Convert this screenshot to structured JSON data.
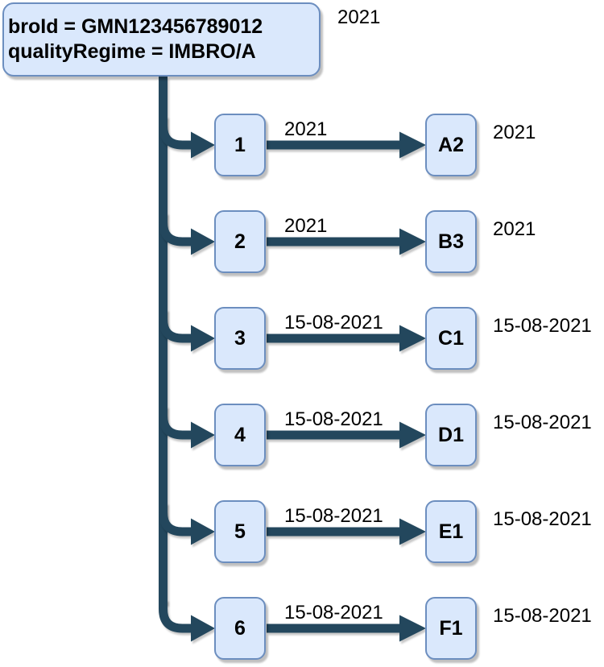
{
  "diagram": {
    "root": {
      "line1": "broId = GMN123456789012",
      "line2": "qualityRegime = IMBRO/A",
      "side_label": "2021"
    },
    "rows": [
      {
        "number": "1",
        "edge_label": "2021",
        "code": "A2",
        "side_label": "2021"
      },
      {
        "number": "2",
        "edge_label": "2021",
        "code": "B3",
        "side_label": "2021"
      },
      {
        "number": "3",
        "edge_label": "15-08-2021",
        "code": "C1",
        "side_label": "15-08-2021"
      },
      {
        "number": "4",
        "edge_label": "15-08-2021",
        "code": "D1",
        "side_label": "15-08-2021"
      },
      {
        "number": "5",
        "edge_label": "15-08-2021",
        "code": "E1",
        "side_label": "15-08-2021"
      },
      {
        "number": "6",
        "edge_label": "15-08-2021",
        "code": "F1",
        "side_label": "15-08-2021"
      }
    ],
    "colors": {
      "node_fill": "#dae8fc",
      "node_border": "#6c8ebf",
      "connector": "#23475d",
      "text": "#000000"
    }
  }
}
